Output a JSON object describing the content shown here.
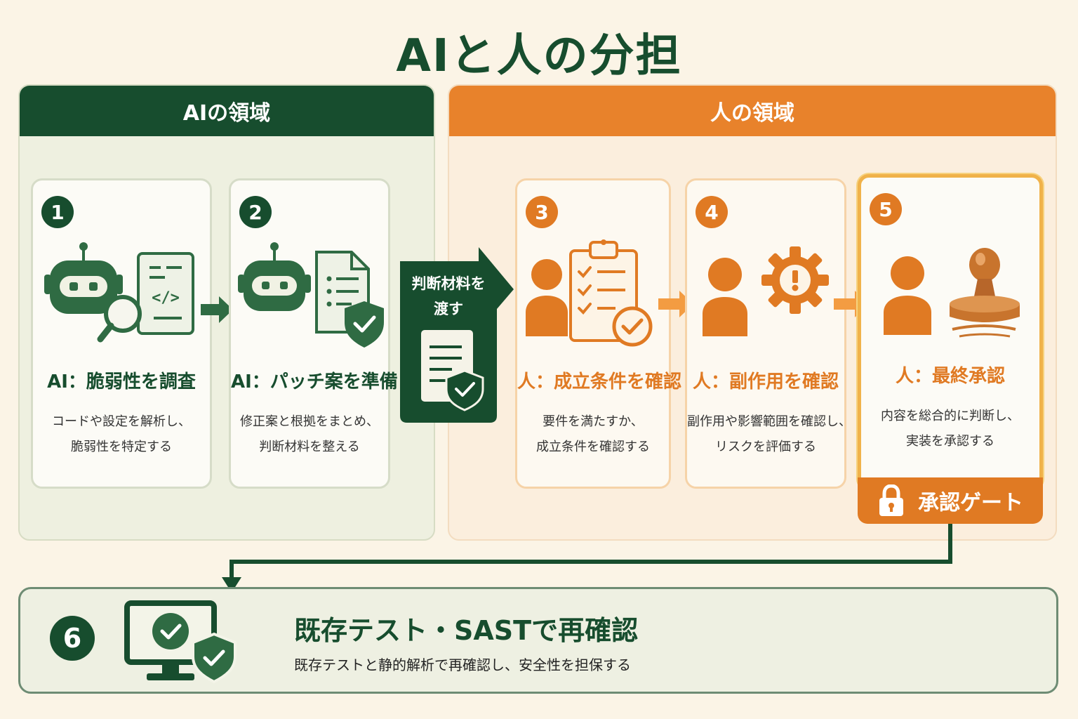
{
  "title": "AIと人の分担",
  "zones": {
    "ai": {
      "label": "AIの領域"
    },
    "human": {
      "label": "人の領域"
    }
  },
  "steps": [
    {
      "number": "1",
      "title": "AI：脆弱性を調査",
      "desc": [
        "コードや設定を解析し、",
        "脆弱性を特定する"
      ],
      "icon": "robot-search-code-icon"
    },
    {
      "number": "2",
      "title": "AI：パッチ案を準備",
      "desc": [
        "修正案と根拠をまとめ、",
        "判断材料を整える"
      ],
      "icon": "robot-document-shield-icon"
    },
    {
      "number": "3",
      "title": "人：成立条件を確認",
      "desc": [
        "要件を満たすか、",
        "成立条件を確認する"
      ],
      "icon": "person-checklist-icon"
    },
    {
      "number": "4",
      "title": "人：副作用を確認",
      "desc": [
        "副作用や影響範囲を確認し、",
        "リスクを評価する"
      ],
      "icon": "person-gear-alert-icon"
    },
    {
      "number": "5",
      "title": "人：最終承認",
      "desc": [
        "内容を総合的に判断し、",
        "実装を承認する"
      ],
      "icon": "person-stamp-icon"
    }
  ],
  "handoff": {
    "lines": [
      "判断材料を",
      "渡す"
    ]
  },
  "gate": {
    "label": "承認ゲート",
    "icon": "lock-icon"
  },
  "final_step": {
    "number": "6",
    "title": "既存テスト・SASTで再確認",
    "desc": "既存テストと静的解析で再確認し、安全性を担保する",
    "icon": "monitor-check-shield-icon"
  },
  "colors": {
    "green": "#174d2e",
    "orange": "#e07a23",
    "gold": "#f0b24a",
    "background": "#fbf4e6"
  }
}
